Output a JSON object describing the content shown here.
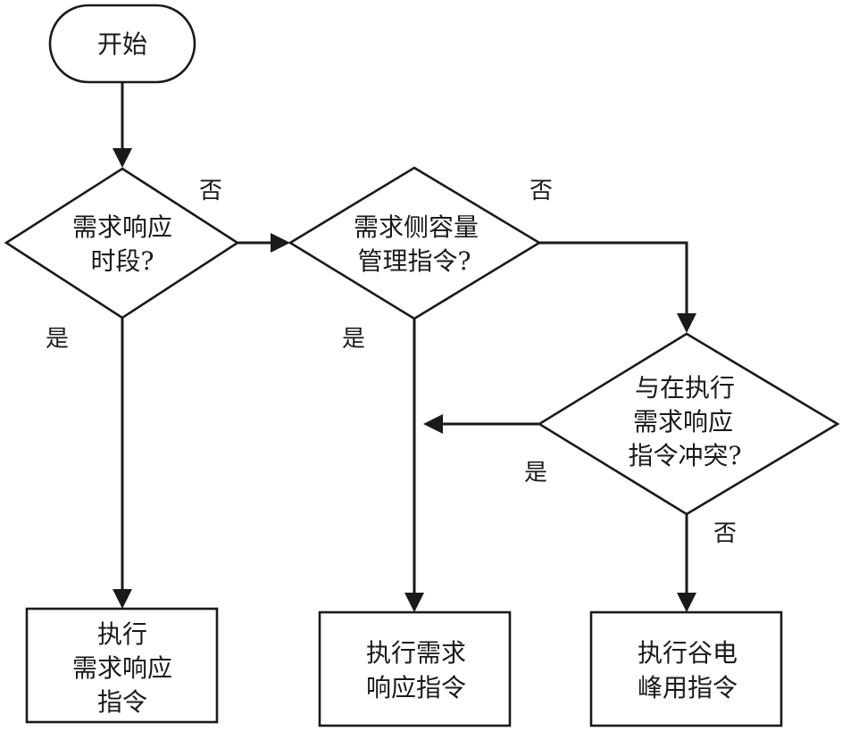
{
  "diagram": {
    "type": "flowchart",
    "start": {
      "label": "开始"
    },
    "decisions": [
      {
        "id": "d1",
        "lines": [
          "需求响应",
          "时段?"
        ]
      },
      {
        "id": "d2",
        "lines": [
          "需求侧容量",
          "管理指令?"
        ]
      },
      {
        "id": "d3",
        "lines": [
          "与在执行",
          "需求响应",
          "指令冲突?"
        ]
      }
    ],
    "processes": [
      {
        "id": "p1",
        "lines": [
          "执行",
          "需求响应",
          "指令"
        ]
      },
      {
        "id": "p2",
        "lines": [
          "执行需求",
          "响应指令"
        ]
      },
      {
        "id": "p3",
        "lines": [
          "执行谷电",
          "峰用指令"
        ]
      }
    ],
    "edge_labels": {
      "d1_no": "否",
      "d1_yes": "是",
      "d2_no": "否",
      "d2_yes": "是",
      "d3_yes": "是",
      "d3_no": "否"
    },
    "edges": [
      {
        "from": "start",
        "to": "d1"
      },
      {
        "from": "d1",
        "to": "p1",
        "label": "是"
      },
      {
        "from": "d1",
        "to": "d2",
        "label": "否"
      },
      {
        "from": "d2",
        "to": "p2",
        "label": "是"
      },
      {
        "from": "d2",
        "to": "d3",
        "label": "否"
      },
      {
        "from": "d3",
        "to": "p2",
        "label": "是"
      },
      {
        "from": "d3",
        "to": "p3",
        "label": "否"
      }
    ]
  }
}
